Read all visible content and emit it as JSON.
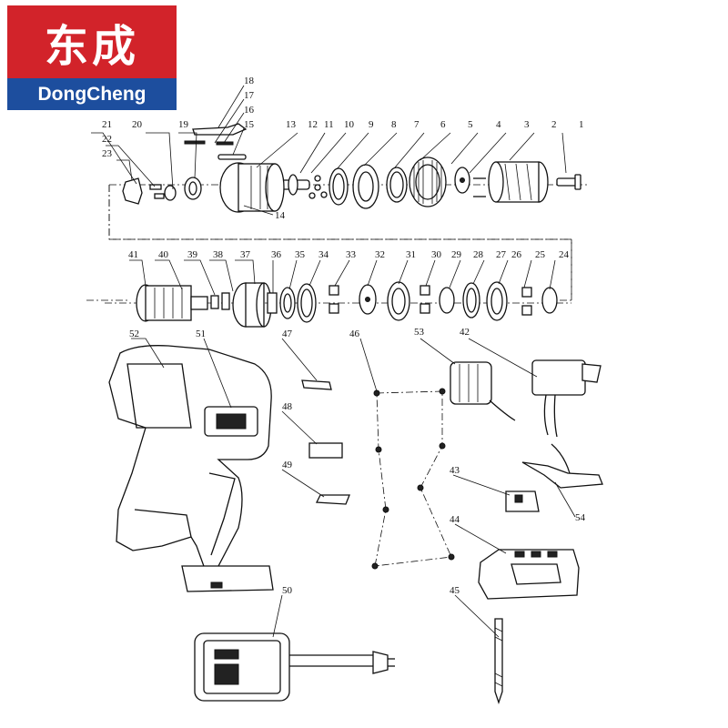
{
  "brand": {
    "chinese_name": "东成",
    "english_name": "DongCheng",
    "top_color": "#d2232a",
    "bottom_color": "#1d4e9e"
  },
  "callouts": [
    "1",
    "2",
    "3",
    "4",
    "5",
    "6",
    "7",
    "8",
    "9",
    "10",
    "11",
    "12",
    "13",
    "14",
    "15",
    "16",
    "17",
    "18",
    "19",
    "20",
    "21",
    "22",
    "23",
    "24",
    "25",
    "26",
    "27",
    "28",
    "29",
    "30",
    "31",
    "32",
    "33",
    "34",
    "35",
    "36",
    "37",
    "38",
    "39",
    "40",
    "41",
    "42",
    "43",
    "44",
    "45",
    "46",
    "47",
    "48",
    "49",
    "50",
    "51",
    "52",
    "53",
    "54"
  ]
}
